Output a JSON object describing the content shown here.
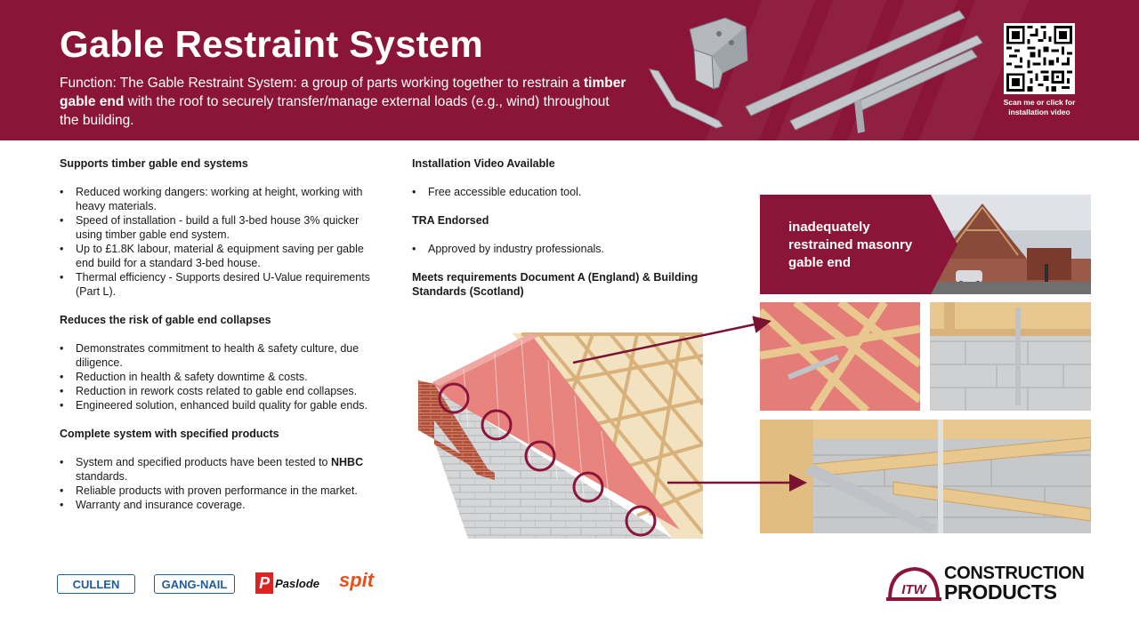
{
  "header": {
    "title": "Gable Restraint System",
    "subtitle_pre": "Function: The Gable Restraint System: a group of parts working together to restrain a ",
    "subtitle_bold": "timber gable end",
    "subtitle_post": " with the roof to securely transfer/manage external loads (e.g., wind) throughout the building.",
    "qr_caption": "Scan me or click for installation video",
    "background_color": "#8b1538"
  },
  "left_column": {
    "sections": [
      {
        "heading": "Supports timber gable end systems",
        "bullets": [
          "Reduced working dangers: working at height, working with heavy materials.",
          "Speed of installation - build a full 3-bed house 3% quicker using timber gable end system.",
          "Up to £1.8K labour, material & equipment saving per gable end build for a standard 3-bed house.",
          "Thermal efficiency - Supports desired U-Value requirements (Part L)."
        ]
      },
      {
        "heading": "Reduces the risk of gable end collapses",
        "bullets": [
          "Demonstrates commitment to health & safety culture, due diligence.",
          "Reduction in health & safety downtime & costs.",
          "Reduction in rework costs related to gable end collapses.",
          "Engineered solution, enhanced build quality for gable ends."
        ]
      },
      {
        "heading": "Complete system with specified products",
        "bullets": [
          "System and specified products have been tested to ",
          "Reliable products with proven performance in the market.",
          "Warranty and insurance coverage."
        ],
        "nhbc_bold": "NHBC",
        "nhbc_post": " standards."
      }
    ]
  },
  "mid_column": {
    "video_heading": "Installation Video Available",
    "video_bullet": "Free accessible education tool.",
    "tra_heading": "TRA Endorsed",
    "tra_bullet": "Approved by industry professionals.",
    "meets_heading": "Meets requirements Document A (England) & Building Standards (Scotland)"
  },
  "photos": {
    "callout": "inadequately restrained masonry gable end"
  },
  "logos": {
    "cullen": "CULLEN",
    "gangnail": "GANG-NAIL",
    "paslode_mark": "P",
    "paslode": "Paslode",
    "spit": "spit",
    "itw": "ITW",
    "construction": "CONSTRUCTION",
    "products": "PRODUCTS"
  },
  "colors": {
    "brand": "#8b1538",
    "arrow": "#7a1332"
  }
}
